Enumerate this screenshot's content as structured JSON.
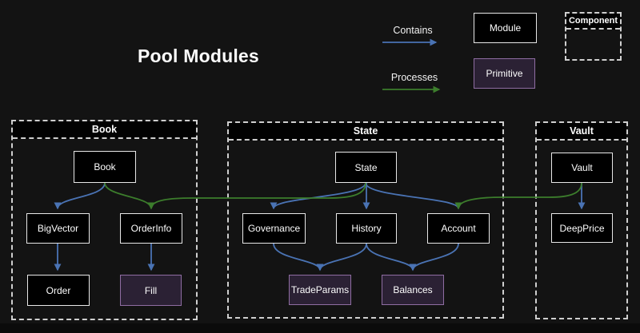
{
  "title": "Pool Modules",
  "legend": {
    "contains_label": "Contains",
    "processes_label": "Processes",
    "module_label": "Module",
    "primitive_label": "Primitive",
    "component_label": "Component"
  },
  "colors": {
    "contains_arrow": "#4a73b4",
    "processes_arrow": "#3c7d2c",
    "module_bg": "#000000",
    "module_border": "#e8e8e8",
    "primitive_bg": "#2b2134",
    "primitive_border": "#8f6da3",
    "background": "#131313"
  },
  "containers": [
    {
      "label": "Book",
      "nodes": [
        {
          "label": "Book",
          "kind": "module"
        },
        {
          "label": "BigVector",
          "kind": "module"
        },
        {
          "label": "OrderInfo",
          "kind": "module"
        },
        {
          "label": "Order",
          "kind": "module"
        },
        {
          "label": "Fill",
          "kind": "primitive"
        }
      ]
    },
    {
      "label": "State",
      "nodes": [
        {
          "label": "State",
          "kind": "module"
        },
        {
          "label": "Governance",
          "kind": "module"
        },
        {
          "label": "History",
          "kind": "module"
        },
        {
          "label": "Account",
          "kind": "module"
        },
        {
          "label": "TradeParams",
          "kind": "primitive"
        },
        {
          "label": "Balances",
          "kind": "primitive"
        }
      ]
    },
    {
      "label": "Vault",
      "nodes": [
        {
          "label": "Vault",
          "kind": "module"
        },
        {
          "label": "DeepPrice",
          "kind": "module"
        }
      ]
    }
  ],
  "edges": [
    {
      "from": "Book",
      "to": "BigVector",
      "type": "contains"
    },
    {
      "from": "Book",
      "to": "OrderInfo",
      "type": "processes"
    },
    {
      "from": "BigVector",
      "to": "Order",
      "type": "contains"
    },
    {
      "from": "OrderInfo",
      "to": "Fill",
      "type": "contains"
    },
    {
      "from": "State",
      "to": "Governance",
      "type": "contains"
    },
    {
      "from": "State",
      "to": "History",
      "type": "contains"
    },
    {
      "from": "State",
      "to": "Account",
      "type": "contains"
    },
    {
      "from": "State",
      "to": "OrderInfo",
      "type": "processes"
    },
    {
      "from": "Governance",
      "to": "TradeParams",
      "type": "contains"
    },
    {
      "from": "History",
      "to": "TradeParams",
      "type": "contains"
    },
    {
      "from": "History",
      "to": "Balances",
      "type": "contains"
    },
    {
      "from": "Account",
      "to": "Balances",
      "type": "contains"
    },
    {
      "from": "Vault",
      "to": "DeepPrice",
      "type": "contains"
    },
    {
      "from": "Vault",
      "to": "Account",
      "type": "processes"
    }
  ]
}
